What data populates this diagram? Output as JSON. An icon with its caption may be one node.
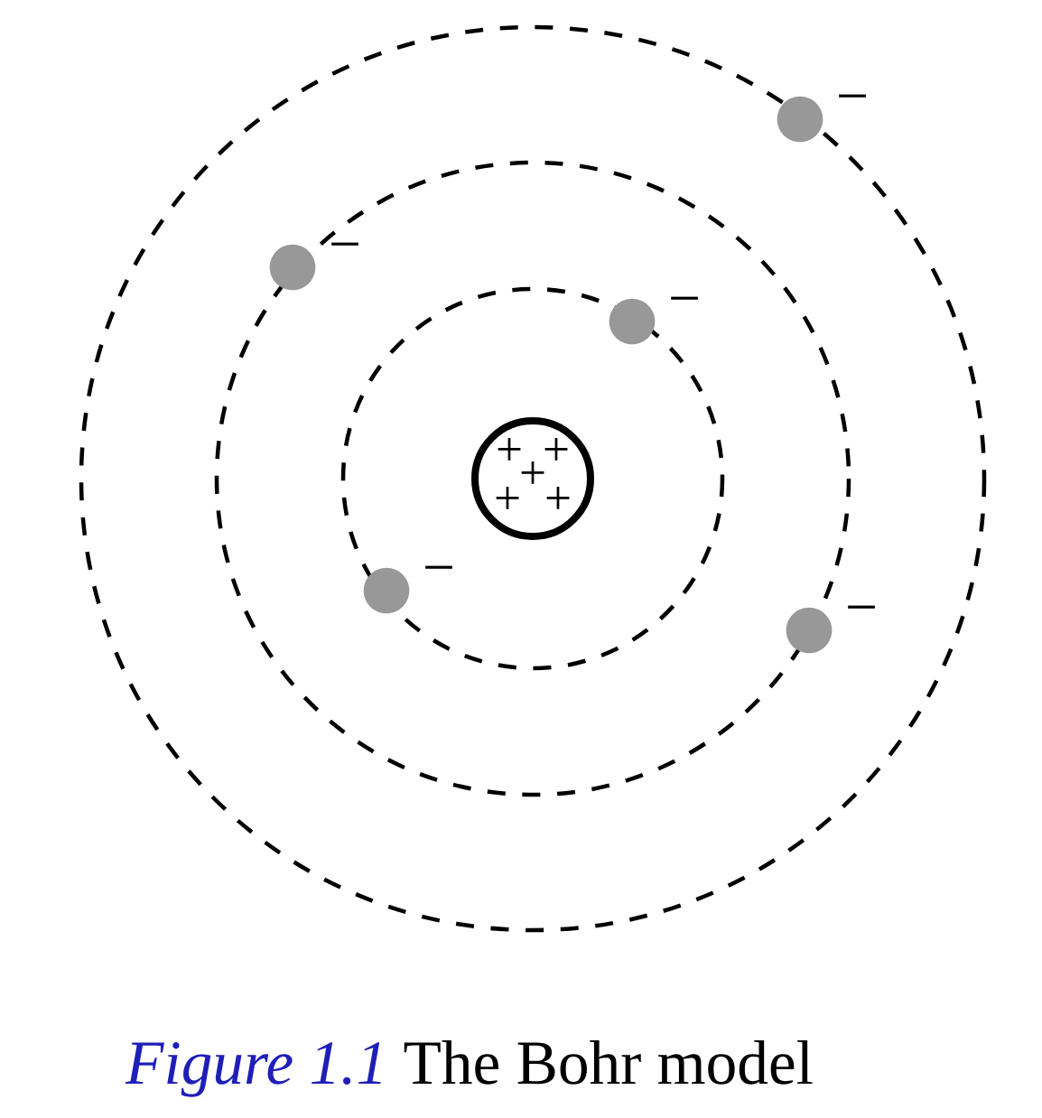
{
  "diagram": {
    "caption": "*Figure 1.1* The Bohr model",
    "nodes": [
      {
        "text": [
          "+",
          "+",
          "+",
          "+",
          "+"
        ]
      },
      {
        "text": [],
        "shape": "circle",
        "beside": [
          "−"
        ]
      },
      {
        "text": [],
        "shape": "circle",
        "beside": [
          "−"
        ]
      },
      {
        "text": [],
        "shape": "circle",
        "beside": [
          "−"
        ]
      },
      {
        "text": [],
        "shape": "circle",
        "beside": [
          "−"
        ]
      },
      {
        "text": [],
        "shape": "circle",
        "beside": [
          "−"
        ]
      }
    ]
  }
}
